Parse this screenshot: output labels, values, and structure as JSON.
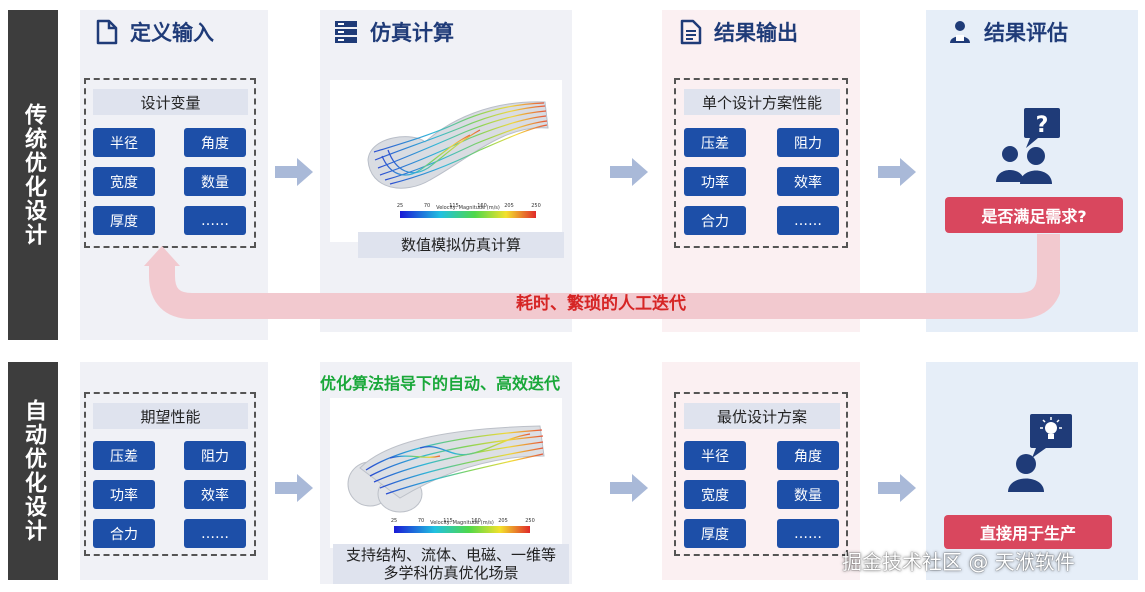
{
  "row_labels": {
    "traditional": "传统优化设计",
    "automatic": "自动优化设计"
  },
  "headers": {
    "define_input": "定义输入",
    "simulation": "仿真计算",
    "result_output": "结果输出",
    "result_eval": "结果评估"
  },
  "top": {
    "variables_title": "设计变量",
    "variables": [
      "半径",
      "角度",
      "宽度",
      "数量",
      "厚度",
      "……"
    ],
    "sim_caption": "数值模拟仿真计算",
    "performance_title": "单个设计方案性能",
    "performance": [
      "压差",
      "阻力",
      "功率",
      "效率",
      "合力",
      "……"
    ],
    "question": "是否满足需求?",
    "loop_text": "耗时、繁琐的人工迭代"
  },
  "bottom": {
    "expected_title": "期望性能",
    "expected": [
      "压差",
      "阻力",
      "功率",
      "效率",
      "合力",
      "……"
    ],
    "auto_text": "优化算法指导下的自动、高效迭代",
    "sim_caption_line1": "支持结构、流体、电磁、一维等",
    "sim_caption_line2": "多学科仿真优化场景",
    "optimal_title": "最优设计方案",
    "optimal": [
      "半径",
      "角度",
      "宽度",
      "数量",
      "厚度",
      "……"
    ],
    "production": "直接用于生产"
  },
  "colorbar": {
    "title": "Velocity: Magnitude (m/s)",
    "ticks": [
      "25",
      "70",
      "115",
      "160",
      "205",
      "250"
    ]
  },
  "watermark": "掘金技术社区 @ 天洑软件",
  "colors": {
    "header_blue": "#1f3b78",
    "chip_blue": "#1d4fa8",
    "alert_red": "#d9475e",
    "loop_text_red": "#d62525",
    "green_text": "#1aa83a"
  }
}
